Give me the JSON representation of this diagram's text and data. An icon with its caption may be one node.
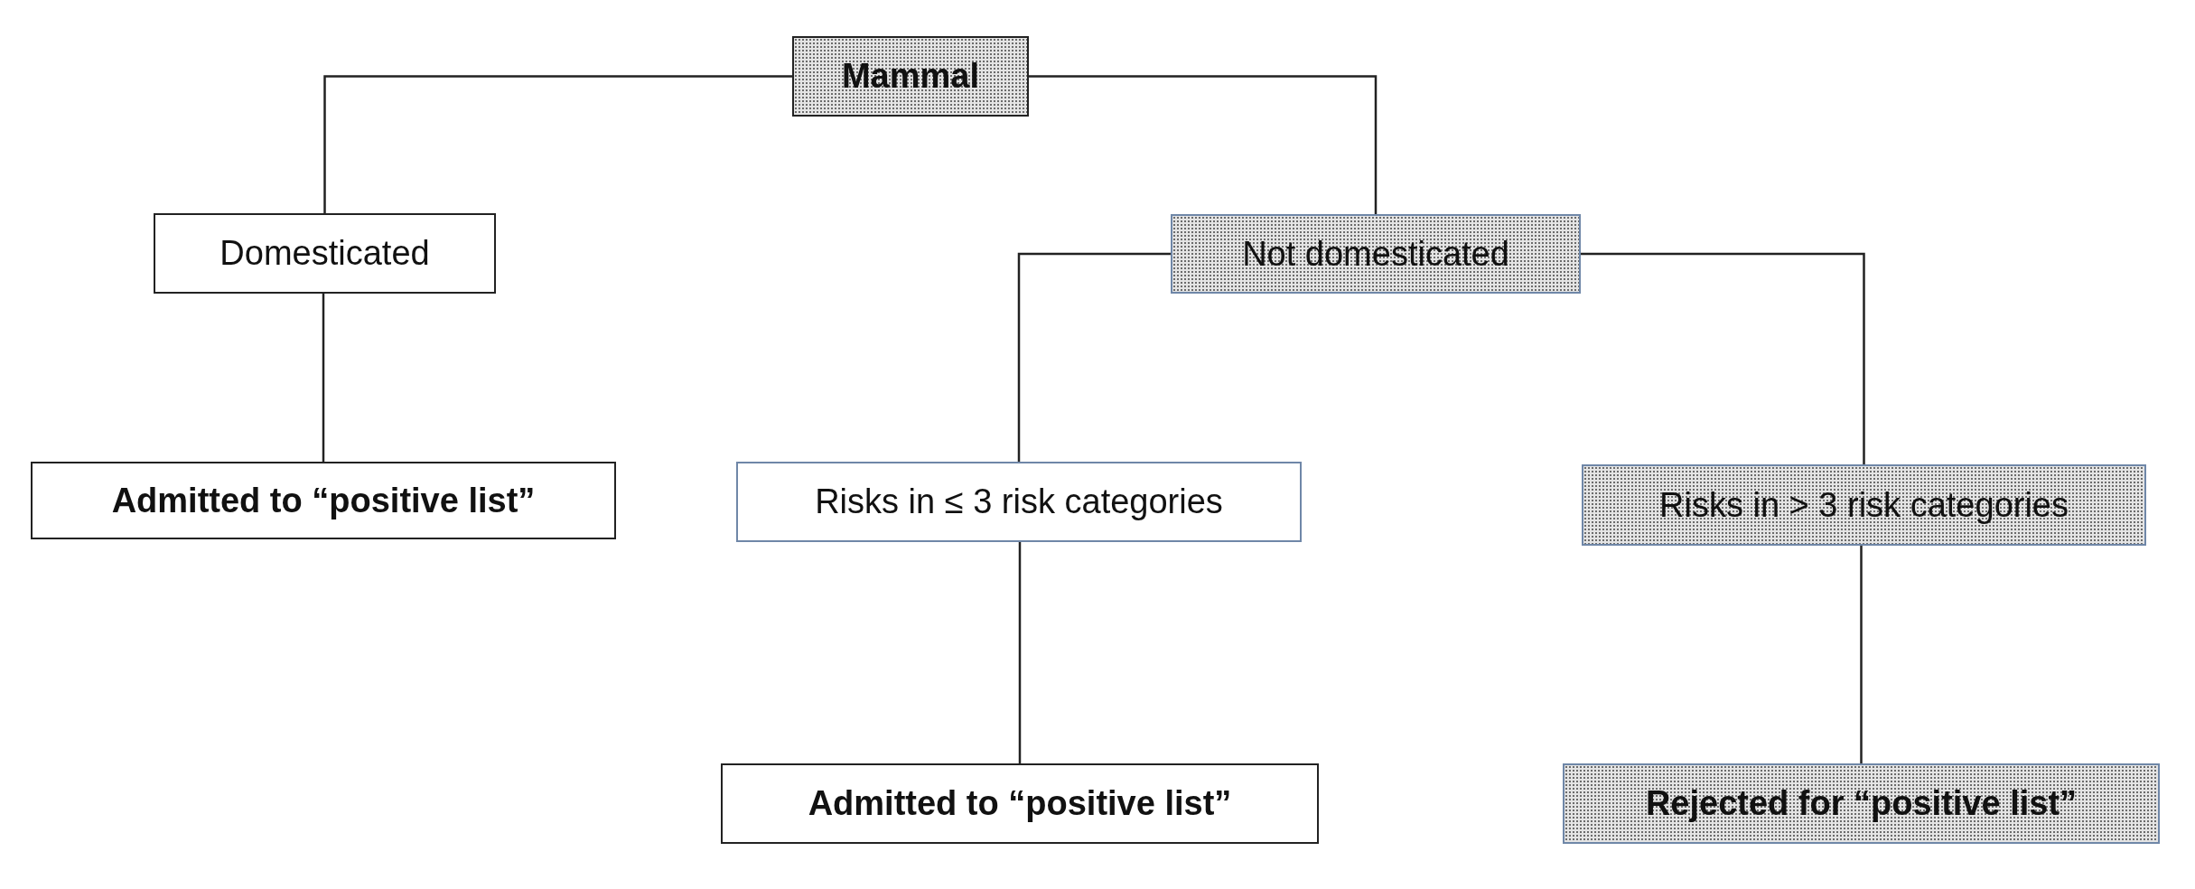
{
  "diagram": {
    "nodes": [
      {
        "text": [
          "Mammal"
        ]
      },
      {
        "text": [
          "Domesticated"
        ]
      },
      {
        "text": [
          "Admitted to “positive list”"
        ]
      },
      {
        "text": [
          "Not domesticated"
        ]
      },
      {
        "text": [
          "Risks in ≤ 3 risk categories"
        ]
      },
      {
        "text": [
          "Risks in > 3 risk categories"
        ]
      },
      {
        "text": [
          "Admitted to “positive list”"
        ]
      },
      {
        "text": [
          "Rejected for “positive list”"
        ]
      }
    ],
    "edges": [
      {
        "from": 0,
        "to": 1,
        "arrow": "none"
      },
      {
        "from": 0,
        "to": 3,
        "arrow": "none"
      },
      {
        "from": 1,
        "to": 2,
        "arrow": "none"
      },
      {
        "from": 3,
        "to": 4,
        "arrow": "none"
      },
      {
        "from": 3,
        "to": 5,
        "arrow": "none"
      },
      {
        "from": 4,
        "to": 6,
        "arrow": "none"
      },
      {
        "from": 5,
        "to": 7,
        "arrow": "none"
      }
    ]
  }
}
